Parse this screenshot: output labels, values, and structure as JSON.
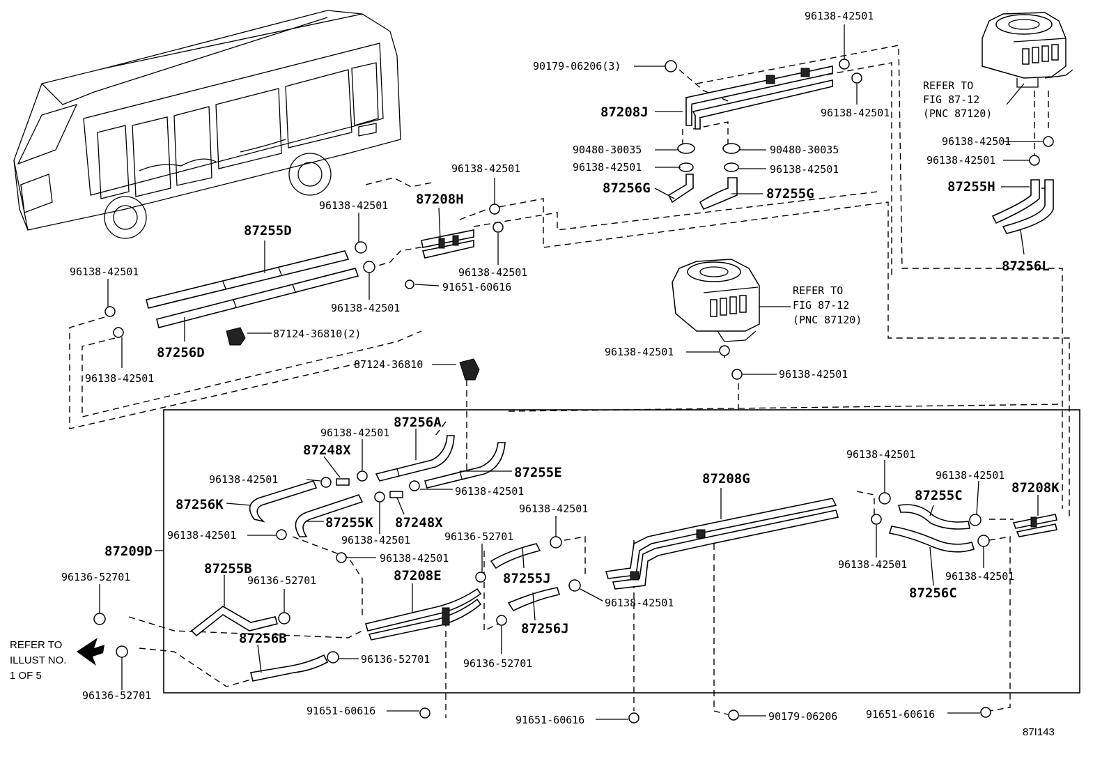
{
  "parts": {
    "p96138_top": "96138-42501",
    "p90179_top": "90179-06206(3)",
    "p87208J": "87208J",
    "p96138_j_right": "96138-42501",
    "p90480_left": "90480-30035",
    "p90480_right": "90480-30035",
    "p96138_g_left": "96138-42501",
    "p96138_g_right": "96138-42501",
    "p87256G": "87256G",
    "p87255G": "87255G",
    "refer_top_1": "REFER TO",
    "refer_top_2": "FIG 87-12",
    "refer_top_3": "(PNC 87120)",
    "p96138_h1": "96138-42501",
    "p96138_h2": "96138-42501",
    "p87255H": "87255H",
    "p87256L": "87256L",
    "p96138_h_top": "96138-42501",
    "p87208H": "87208H",
    "p96138_d_top": "96138-42501",
    "p87255D": "87255D",
    "p96138_d_left": "96138-42501",
    "p96138_h_bottom": "96138-42501",
    "p91651_h": "91651-60616",
    "p96138_d_right": "96138-42501",
    "p87124_2": "87124-36810(2)",
    "p87256D": "87256D",
    "p96138_d_lower": "96138-42501",
    "refer_mid_1": "REFER TO",
    "refer_mid_2": "FIG 87-12",
    "refer_mid_3": "(PNC 87120)",
    "p96138_unit_1": "96138-42501",
    "p96138_unit_2": "96138-42501",
    "p87124": "87124-36810",
    "p87256A": "87256A",
    "p96138_a": "96138-42501",
    "p87248X_1": "87248X",
    "p96138_k_top": "96138-42501",
    "p87255E": "87255E",
    "p96138_e": "96138-42501",
    "p87256K": "87256K",
    "p87255K": "87255K",
    "p87248X_2": "87248X",
    "p96138_k_left": "96138-42501",
    "p96138_k_bottom": "96138-42501",
    "p87209D": "87209D",
    "p96138_e_lower": "96138-42501",
    "p96136_left_top": "96136-52701",
    "p87255B": "87255B",
    "p96136_b": "96136-52701",
    "p87208E": "87208E",
    "p96136_mid_top": "96136-52701",
    "p96138_j_mid": "96138-42501",
    "p87255J": "87255J",
    "p87256J": "87256J",
    "p96136_mid_bottom": "96136-52701",
    "p96138_g_lower": "96138-42501",
    "p87256B": "87256B",
    "p96136_b_bottom": "96136-52701",
    "p96136_left_bottom": "96136-52701",
    "p87208G": "87208G",
    "p96138_c_top": "96138-42501",
    "p96138_c_right_top": "96138-42501",
    "p87255C": "87255C",
    "p87208K": "87208K",
    "p96138_c_left_bottom": "96138-42501",
    "p96138_c_right_bottom": "96138-42501",
    "p87256C": "87256C",
    "p91651_bottom_1": "91651-60616",
    "p91651_bottom_2": "91651-60616",
    "p90179_bottom": "90179-06206",
    "p91651_bottom_3": "91651-60616",
    "refer_left_1": "REFER TO",
    "refer_left_2": "ILLUST NO.",
    "refer_left_3": "1 OF 5",
    "figure_id": "87I143"
  }
}
